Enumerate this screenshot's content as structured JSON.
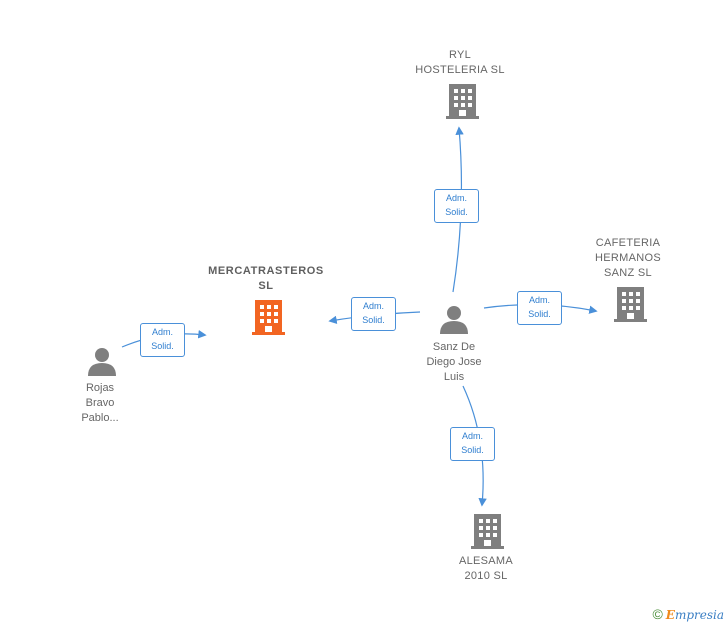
{
  "nodes": {
    "ryl": [
      "RYL",
      "HOSTELERIA SL"
    ],
    "mercatrasteros": [
      "MERCATRASTEROS",
      "SL"
    ],
    "cafeteria": [
      "CAFETERIA",
      "HERMANOS",
      "SANZ  SL"
    ],
    "alesama": [
      "ALESAMA",
      "2010  SL"
    ],
    "sanz": [
      "Sanz De",
      "Diego Jose",
      "Luis"
    ],
    "rojas": [
      "Rojas",
      "Bravo",
      "Pablo..."
    ]
  },
  "edge_label": [
    "Adm.",
    "Solid."
  ],
  "colors": {
    "main_company": "#f26522",
    "company": "#7f7f7f",
    "person": "#7f7f7f",
    "edge": "#4a90d9"
  },
  "watermark": {
    "copyright": "©",
    "brand_e": "E",
    "brand_rest": "mpresia"
  }
}
